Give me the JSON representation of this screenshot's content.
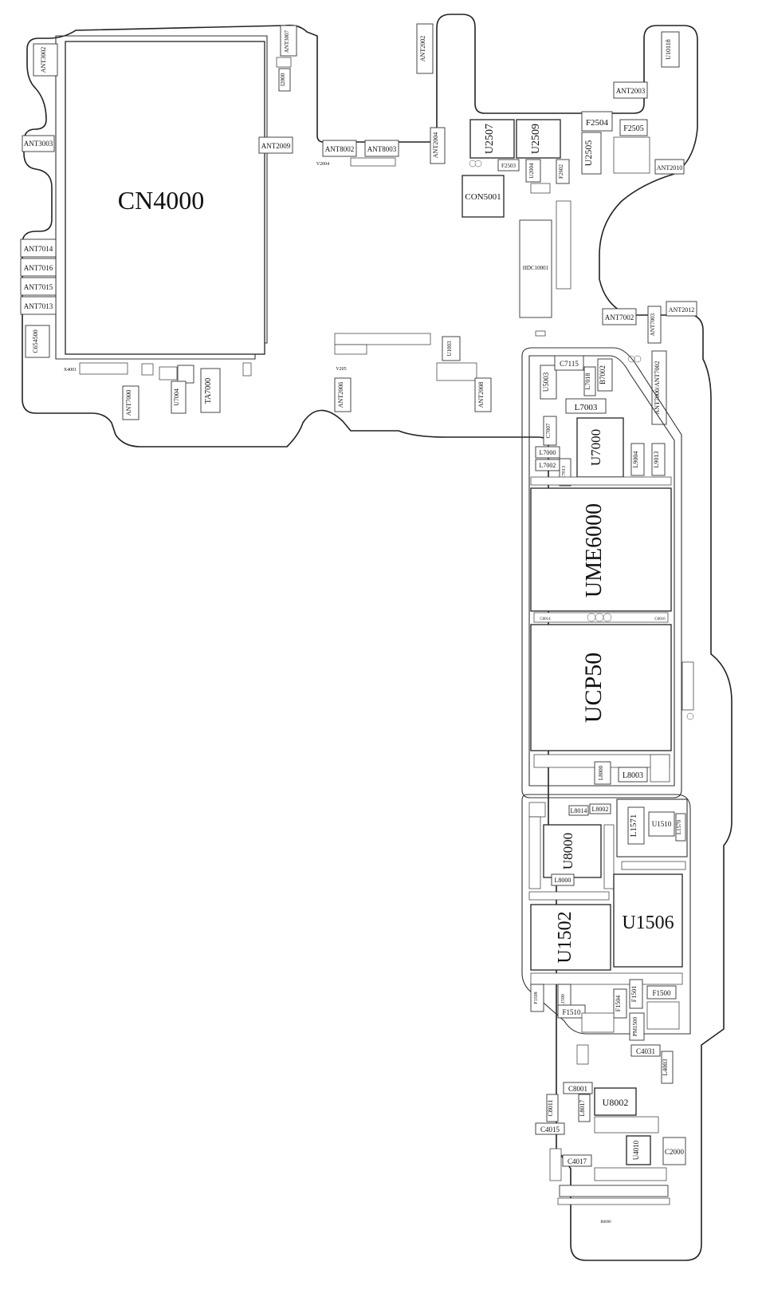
{
  "board": {
    "labels": {
      "cn4000": "CN4000",
      "ume6000": "UME6000",
      "ucp50": "UCP50",
      "u1506": "U1506",
      "u1502": "U1502",
      "u8000": "U8000",
      "u7000": "U7000",
      "u8002": "U8002",
      "u2507": "U2507",
      "u2509": "U2509",
      "u2505": "U2505",
      "con5001": "CON5001",
      "hdc10001": "HDC10001",
      "u10118": "U10118",
      "f2504": "F2504",
      "f2505": "F2505",
      "f2503": "F2503",
      "f2602": "F2602",
      "ant3002": "ANT3002",
      "ant3003": "ANT3003",
      "ant3007": "ANT3007",
      "ant2000": "I2000",
      "ant2002": "ANT2002",
      "ant2003": "ANT2003",
      "ant2004": "ANT2004",
      "ant2009": "ANT2009",
      "ant2010": "ANT2010",
      "ant2012": "ANT2012",
      "ant8002": "ANT8002",
      "ant8003": "ANT8003",
      "ant7002": "ANT7002",
      "ant7003": "ANT7003",
      "ant7000_7002": "ANT7000/ANT7002",
      "ant7014": "ANT7014",
      "ant7016": "ANT7016",
      "ant7015": "ANT7015",
      "ant7013": "ANT7013",
      "ant7000": "ANT7000",
      "ant2006": "ANT2006",
      "ant2008": "ANT2008",
      "ta7000": "TA7000",
      "u7004": "U7004",
      "c654500": "C654500",
      "x4001": "X4001",
      "v2004": "V2004",
      "v205": "V205",
      "u1003": "U1003",
      "c7115": "C7115",
      "u5003": "U5003",
      "l7018": "L7018",
      "b7002": "B7002",
      "l7003": "L7003",
      "c7007": "C7007",
      "l7000": "L7000",
      "l7002": "L7002",
      "l9004": "L9004",
      "l9013": "L9013",
      "c7013": "C7013",
      "l8003": "L8003",
      "l8000b": "L8000",
      "l8014": "L8014",
      "l8002": "L8002",
      "l8000": "L8000",
      "l1571": "L1571",
      "u1510": "U1510",
      "l1570": "L1570",
      "f1501": "F1501",
      "f1500": "F1500",
      "f1504": "F1504",
      "f1510": "F1510",
      "f1508": "F1508",
      "pm1500": "PM1500",
      "c4031": "C4031",
      "l4003": "L4003",
      "c8001": "C8001",
      "c8011": "C8011",
      "l8017": "L8017",
      "c4015": "C4015",
      "c4017": "C4017",
      "u4010": "U4010",
      "c2000": "C2000",
      "c6014": "C6014",
      "c6016": "C6016",
      "l1590": "L1590",
      "u2004": "U2004",
      "b0000": "B0000"
    }
  }
}
